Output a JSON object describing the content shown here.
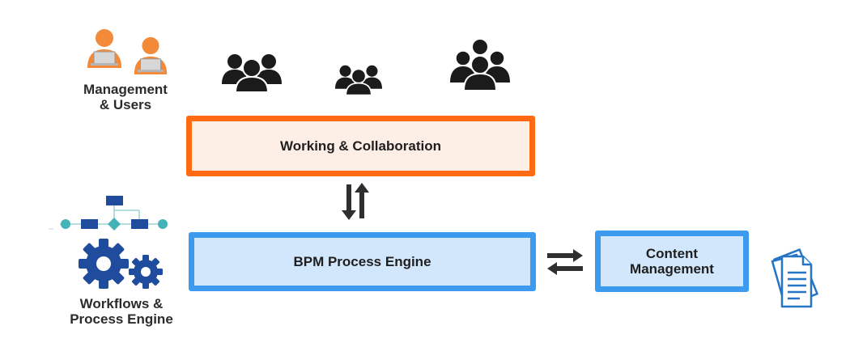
{
  "management": {
    "label_line1": "Management",
    "label_line2": "& Users"
  },
  "collaboration": {
    "label": "Working & Collaboration"
  },
  "engine": {
    "label": "BPM Process Engine"
  },
  "content": {
    "label_line1": "Content",
    "label_line2": "Management"
  },
  "workflows": {
    "label_line1": "Workflows &",
    "label_line2": "Process Engine"
  },
  "icons": {
    "users": "user-laptop-icon",
    "groups": "people-group-icon",
    "flow": "process-flow-icon",
    "gears": "gears-icon",
    "documents": "documents-icon",
    "vertical_arrows": "up-down-arrows-icon",
    "horizontal_arrows": "left-right-arrows-icon"
  },
  "colors": {
    "orange": "#ff6a13",
    "orange_fill": "#fdeee6",
    "blue": "#3c9bef",
    "blue_fill": "#d3e7fc",
    "gear_blue": "#1f4c9c",
    "doc_blue": "#2674c6",
    "teal": "#43b3b8",
    "dark": "#1b1b1b",
    "user_orange": "#f38a3a"
  }
}
